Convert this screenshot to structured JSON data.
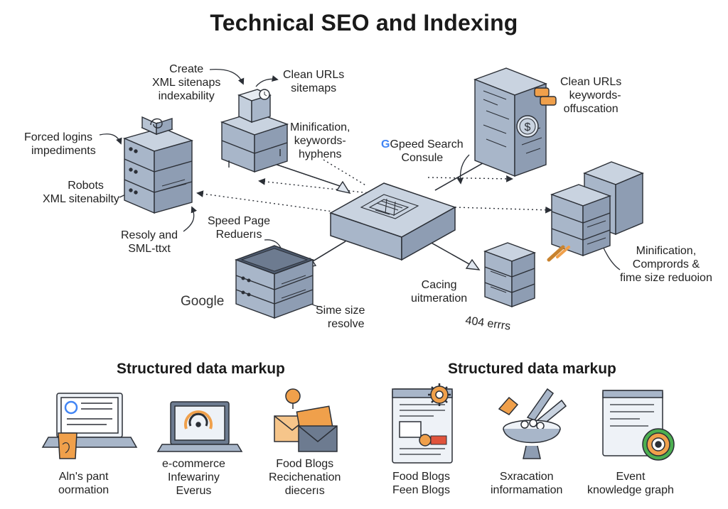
{
  "title": "Technical SEO and Indexing",
  "labels": {
    "create_sitemaps": [
      "Create",
      "XML sitenaps",
      "indexability"
    ],
    "clean_urls_top": [
      "Clean URLs",
      "sitemaps"
    ],
    "forced_logins": [
      "Forced logins",
      "impediments"
    ],
    "robots": [
      "Robots",
      "XML sitenabilty"
    ],
    "resoly": [
      "Resoly and",
      "SML-ttxt"
    ],
    "minification_mid": [
      "Minification,",
      "keywords-",
      "hyphens"
    ],
    "gspeed": [
      "Gpeed Search",
      "Consule"
    ],
    "clean_urls_right": [
      "Clean URLs",
      "keywords-",
      "offuscation"
    ],
    "speed_page": [
      "Speed Page",
      "Reduerıs"
    ],
    "google": "Google",
    "sime_size": [
      "Sime size",
      "resolve"
    ],
    "cacing": [
      "Cacing",
      "uitmeration"
    ],
    "errors_404": "404 errrs",
    "minification_right": [
      "Minification,",
      "Comprords &",
      "fime size reduoion"
    ]
  },
  "sections": [
    "Structured data markup",
    "Structured data markup"
  ],
  "captions": [
    [
      "Aln's pant",
      "oormation"
    ],
    [
      "e-commerce",
      "Infewariny",
      "Everus"
    ],
    [
      "Food Blogs",
      "Recichenation",
      "diecerıs"
    ],
    [
      "Food Blogs",
      "Feen Blogs"
    ],
    [
      "Sxracation",
      "informamation"
    ],
    [
      "Event",
      "knowledge graph"
    ]
  ],
  "icons": {
    "gauge": "gauge-icon",
    "dollar": "dollar-icon",
    "gear": "gear-icon"
  },
  "colors": {
    "server_top": "#c9d3e0",
    "server_side": "#8e9db3",
    "server_front": "#a8b6c9",
    "outline": "#2b2f36",
    "accent_orange": "#f0a04b",
    "accent_green": "#4caf50",
    "accent_red": "#e0533c"
  }
}
